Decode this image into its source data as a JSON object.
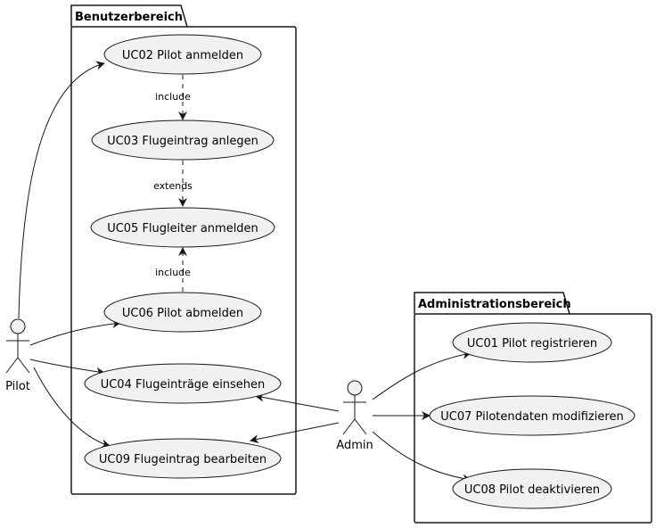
{
  "packages": {
    "user": {
      "title": "Benutzerbereich"
    },
    "admin": {
      "title": "Administrationsbereich"
    }
  },
  "use_cases": {
    "uc02": "UC02 Pilot anmelden",
    "uc03": "UC03 Flugeintrag anlegen",
    "uc05": "UC05 Flugleiter anmelden",
    "uc06": "UC06 Pilot abmelden",
    "uc04": "UC04 Flugeinträge einsehen",
    "uc09": "UC09 Flugeintrag bearbeiten",
    "uc01": "UC01 Pilot registrieren",
    "uc07": "UC07 Pilotendaten modifizieren",
    "uc08": "UC08 Pilot deaktivieren"
  },
  "actors": {
    "pilot": "Pilot",
    "admin": "Admin"
  },
  "relations": {
    "include_1": "include",
    "extends_1": "extends",
    "include_2": "include"
  },
  "colors": {
    "usecase_fill": "#f1f1f1",
    "stroke": "#181818",
    "background": "#ffffff"
  }
}
